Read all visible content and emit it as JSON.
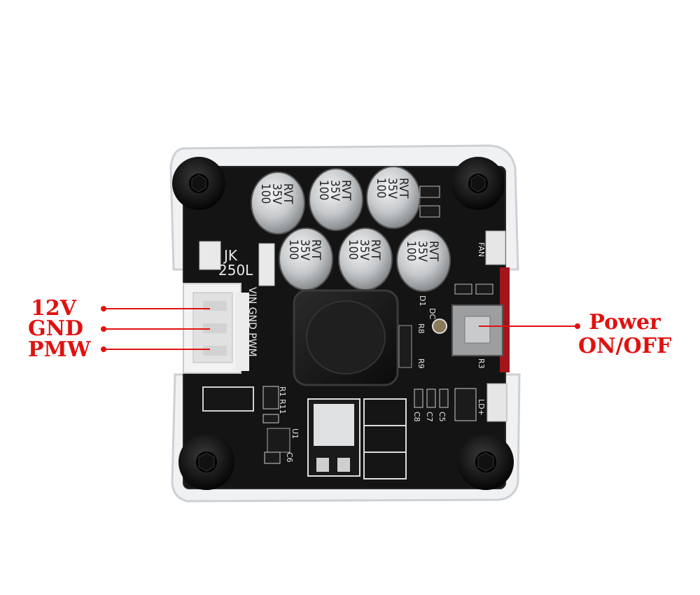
{
  "pins": [
    {
      "label": "12V"
    },
    {
      "label": "GND"
    },
    {
      "label": "PMW"
    }
  ],
  "power_callout": {
    "line1": "Power",
    "line2": "ON/OFF"
  },
  "board": {
    "model_line1": "JK",
    "model_line2": "250L",
    "connector_silk": "VIN GND PWM",
    "capacitor_text": [
      "100",
      "35V",
      "RVT"
    ],
    "silk_refs": {
      "fan": "FAN",
      "r1": "R1",
      "r11": "R11",
      "u1": "U1",
      "c6": "C6",
      "c8": "C8",
      "c7": "C7",
      "c5": "C5",
      "ld": "LD+",
      "r9": "R9",
      "r8": "R8",
      "r3": "R3",
      "d1": "D1",
      "dc": "DC"
    }
  },
  "colors": {
    "accent": "#e0120f",
    "pcb": "#141414",
    "acrylic": "#e6e8ea",
    "capacitor": "#c9ccce"
  }
}
